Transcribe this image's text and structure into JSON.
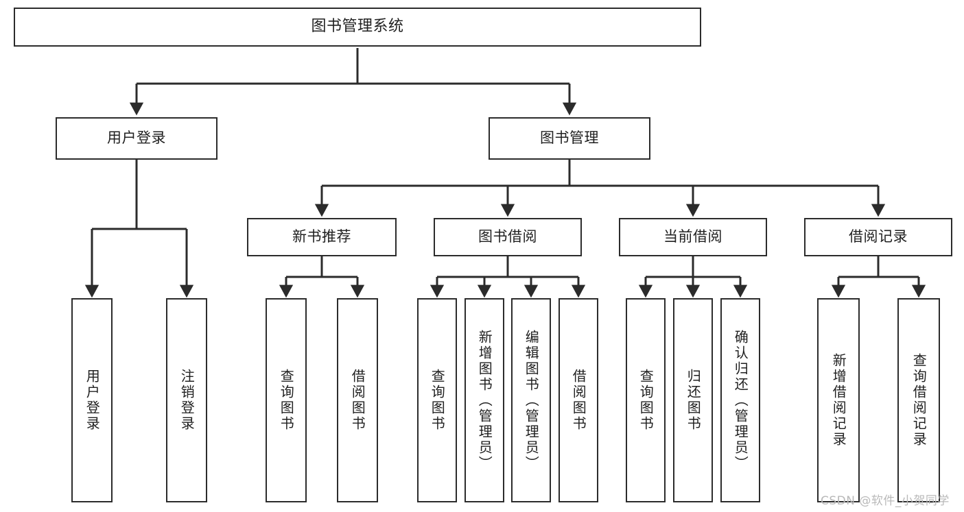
{
  "diagram": {
    "title": "图书管理系统",
    "type": "tree",
    "watermark": "CSDN @软件_小贺同学",
    "colors": {
      "box_border": "#2b2b2b",
      "box_fill": "#ffffff",
      "connector": "#2b2b2b",
      "background": "#ffffff",
      "watermark": "#b9b9b9"
    },
    "nodes": {
      "root": {
        "label": "图书管理系统"
      },
      "level2": [
        {
          "id": "user-login",
          "label": "用户登录"
        },
        {
          "id": "book-manage",
          "label": "图书管理"
        }
      ],
      "level3": [
        {
          "id": "new-book-recommend",
          "label": "新书推荐"
        },
        {
          "id": "book-borrow",
          "label": "图书借阅"
        },
        {
          "id": "current-borrow",
          "label": "当前借阅"
        },
        {
          "id": "borrow-record",
          "label": "借阅记录"
        }
      ],
      "leaves": {
        "user-login": [
          {
            "id": "leaf-user-login",
            "label": "用户登录"
          },
          {
            "id": "leaf-logout-login",
            "label": "注销登录"
          }
        ],
        "new-book-recommend": [
          {
            "id": "leaf-query-book-1",
            "label": "查询图书"
          },
          {
            "id": "leaf-borrow-book-1",
            "label": "借阅图书"
          }
        ],
        "book-borrow": [
          {
            "id": "leaf-query-book-2",
            "label": "查询图书"
          },
          {
            "id": "leaf-add-book",
            "label": "新增图书（管理员）"
          },
          {
            "id": "leaf-edit-book",
            "label": "编辑图书（管理员）"
          },
          {
            "id": "leaf-borrow-book-2",
            "label": "借阅图书"
          }
        ],
        "current-borrow": [
          {
            "id": "leaf-query-book-3",
            "label": "查询图书"
          },
          {
            "id": "leaf-return-book",
            "label": "归还图书"
          },
          {
            "id": "leaf-confirm-return",
            "label": "确认归还（管理员）"
          }
        ],
        "borrow-record": [
          {
            "id": "leaf-add-record",
            "label": "新增借阅记录"
          },
          {
            "id": "leaf-query-record",
            "label": "查询借阅记录"
          }
        ]
      }
    }
  }
}
